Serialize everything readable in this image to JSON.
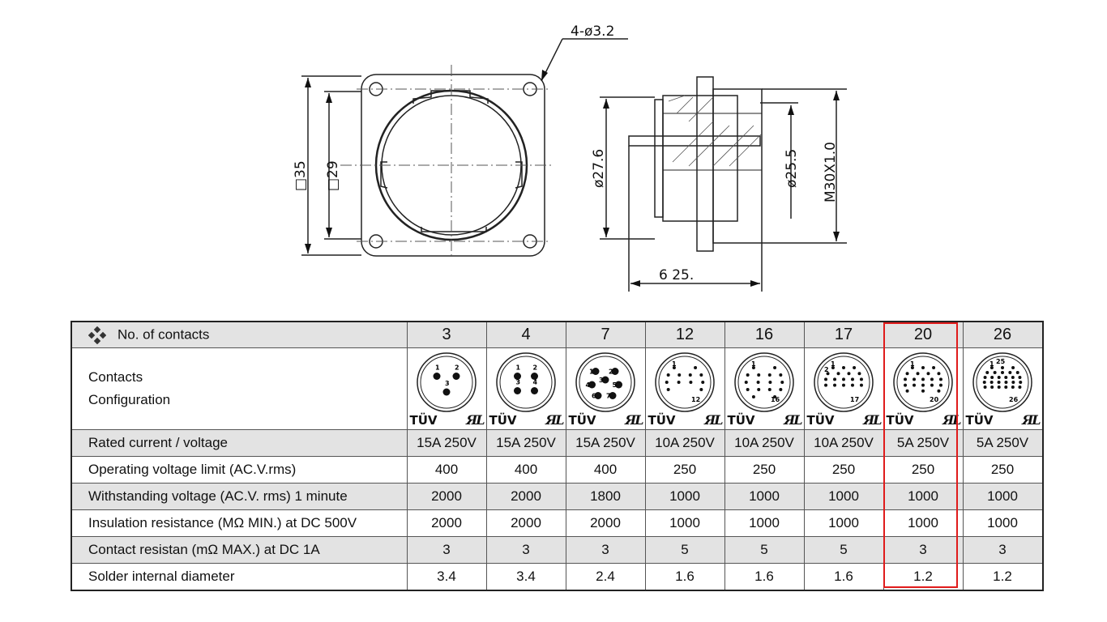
{
  "drawing": {
    "hole_callout": "4-ø3.2",
    "outer_square": "□35",
    "inner_square": "□29",
    "diameter_body": "ø27.6",
    "diameter_inner": "ø25.5",
    "thread": "M30X1.0",
    "length": "6 25."
  },
  "table": {
    "header_label": "No. of contacts",
    "contacts": [
      "3",
      "4",
      "7",
      "12",
      "16",
      "17",
      "20",
      "26"
    ],
    "config_label_1": "Contacts",
    "config_label_2": "Configuration",
    "cert_tuv": "TÜV",
    "cert_ul": "UL",
    "highlight_color": "#e01b1b",
    "pin_labels": [
      [
        "1",
        "2",
        "3"
      ],
      [
        "1",
        "2",
        "3",
        "4"
      ],
      [
        "1",
        "2",
        "3",
        "4",
        "5",
        "6",
        "7"
      ],
      [
        "1",
        "12"
      ],
      [
        "1",
        "16"
      ],
      [
        "1",
        "2",
        "17"
      ],
      [
        "1",
        "20"
      ],
      [
        "1",
        "25",
        "26"
      ]
    ],
    "rows": [
      {
        "label": "Rated current / voltage",
        "values": [
          "15A 250V",
          "15A 250V",
          "15A 250V",
          "10A 250V",
          "10A 250V",
          "10A 250V",
          "5A 250V",
          "5A 250V"
        ]
      },
      {
        "label": "Operating voltage limit (AC.V.rms)",
        "values": [
          "400",
          "400",
          "400",
          "250",
          "250",
          "250",
          "250",
          "250"
        ]
      },
      {
        "label": "Withstanding voltage (AC.V. rms) 1 minute",
        "values": [
          "2000",
          "2000",
          "1800",
          "1000",
          "1000",
          "1000",
          "1000",
          "1000"
        ]
      },
      {
        "label": "Insulation resistance (MΩ MIN.) at DC 500V",
        "values": [
          "2000",
          "2000",
          "2000",
          "1000",
          "1000",
          "1000",
          "1000",
          "1000"
        ]
      },
      {
        "label": "Contact resistan (mΩ MAX.) at DC 1A",
        "values": [
          "3",
          "3",
          "3",
          "5",
          "5",
          "5",
          "3",
          "3"
        ]
      },
      {
        "label": "Solder internal diameter",
        "values": [
          "3.4",
          "3.4",
          "2.4",
          "1.6",
          "1.6",
          "1.6",
          "1.2",
          "1.2"
        ]
      }
    ]
  }
}
